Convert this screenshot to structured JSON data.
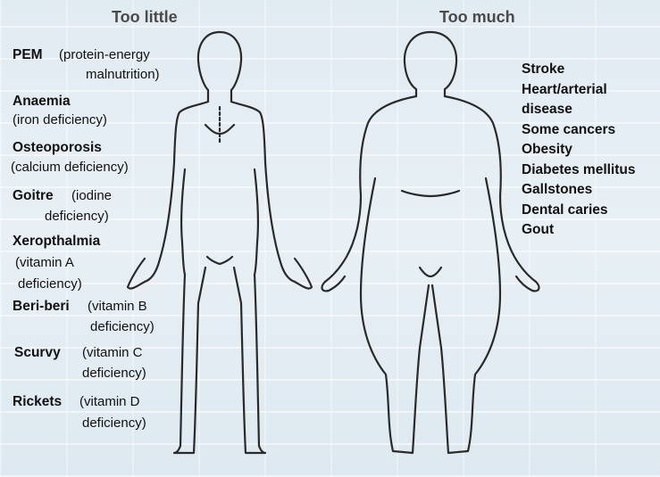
{
  "headings": {
    "too_little": "Too little",
    "too_much": "Too much"
  },
  "too_little": [
    {
      "name": "PEM",
      "detail_1": "(protein-energy",
      "detail_2": "malnutrition)"
    },
    {
      "name": "Anaemia",
      "detail_1": "(iron deficiency)"
    },
    {
      "name": "Osteoporosis",
      "detail_1": "(calcium deficiency)"
    },
    {
      "name": "Goitre",
      "detail_1": "(iodine",
      "detail_2": "deficiency)"
    },
    {
      "name": "Xeropthalmia",
      "detail_1": "(vitamin A",
      "detail_2": "deficiency)"
    },
    {
      "name": "Beri-beri",
      "detail_1": "(vitamin B",
      "detail_2": "deficiency)"
    },
    {
      "name": "Scurvy",
      "detail_1": "(vitamin C",
      "detail_2": "deficiency)"
    },
    {
      "name": "Rickets",
      "detail_1": "(vitamin D",
      "detail_2": "deficiency)"
    }
  ],
  "too_much": [
    "Stroke",
    "Heart/arterial",
    "disease",
    "Some cancers",
    "Obesity",
    "Diabetes mellitus",
    "Gallstones",
    "Dental caries",
    "Gout"
  ],
  "colors": {
    "background": "#e4edf3",
    "outline": "#2a2a2a",
    "heading": "#4a4a4a",
    "text": "#111111"
  }
}
